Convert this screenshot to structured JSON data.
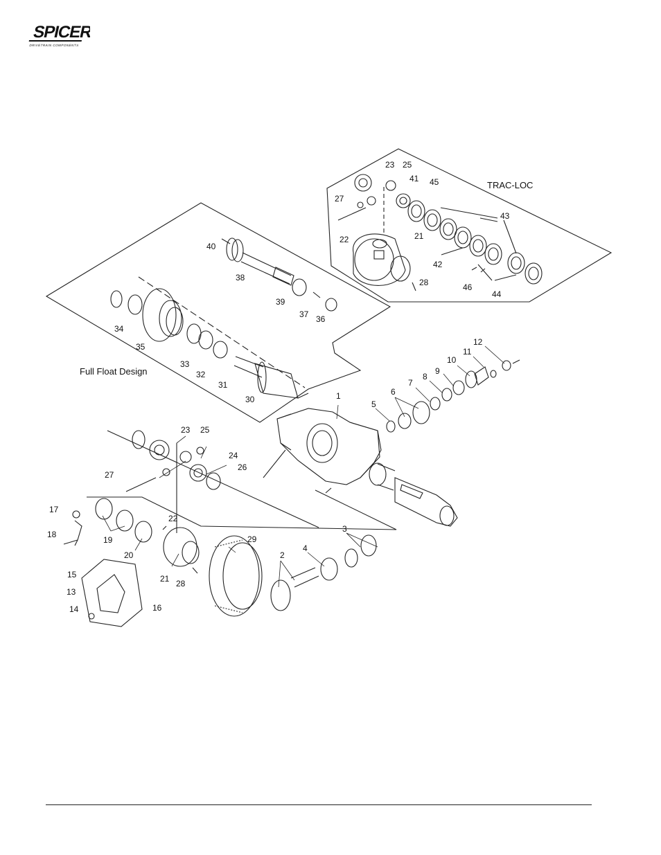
{
  "brand": {
    "logo_text": "SPICER",
    "logo_subtext": "DRIVETRAIN COMPONENTS"
  },
  "labels": {
    "trac_loc": "TRAC-LOC",
    "full_float": "Full Float Design"
  },
  "callouts": {
    "c1": "1",
    "c2": "2",
    "c3": "3",
    "c4": "4",
    "c5": "5",
    "c6": "6",
    "c7": "7",
    "c8": "8",
    "c9": "9",
    "c10": "10",
    "c11": "11",
    "c12": "12",
    "c13": "13",
    "c14": "14",
    "c15": "15",
    "c16": "16",
    "c17": "17",
    "c18": "18",
    "c19": "19",
    "c20": "20",
    "c21": "21",
    "c22": "22",
    "c23": "23",
    "c24": "24",
    "c25": "25",
    "c26": "26",
    "c27": "27",
    "c28": "28",
    "c29": "29",
    "c30": "30",
    "c31": "31",
    "c32": "32",
    "c33": "33",
    "c34": "34",
    "c35": "35",
    "c36": "36",
    "c37": "37",
    "c38": "38",
    "c39": "39",
    "c40": "40",
    "t21": "21",
    "t22": "22",
    "t23": "23",
    "t25": "25",
    "t27": "27",
    "t28": "28",
    "c41": "41",
    "c42": "42",
    "c43": "43",
    "c44": "44",
    "c45": "45",
    "c46": "46"
  }
}
